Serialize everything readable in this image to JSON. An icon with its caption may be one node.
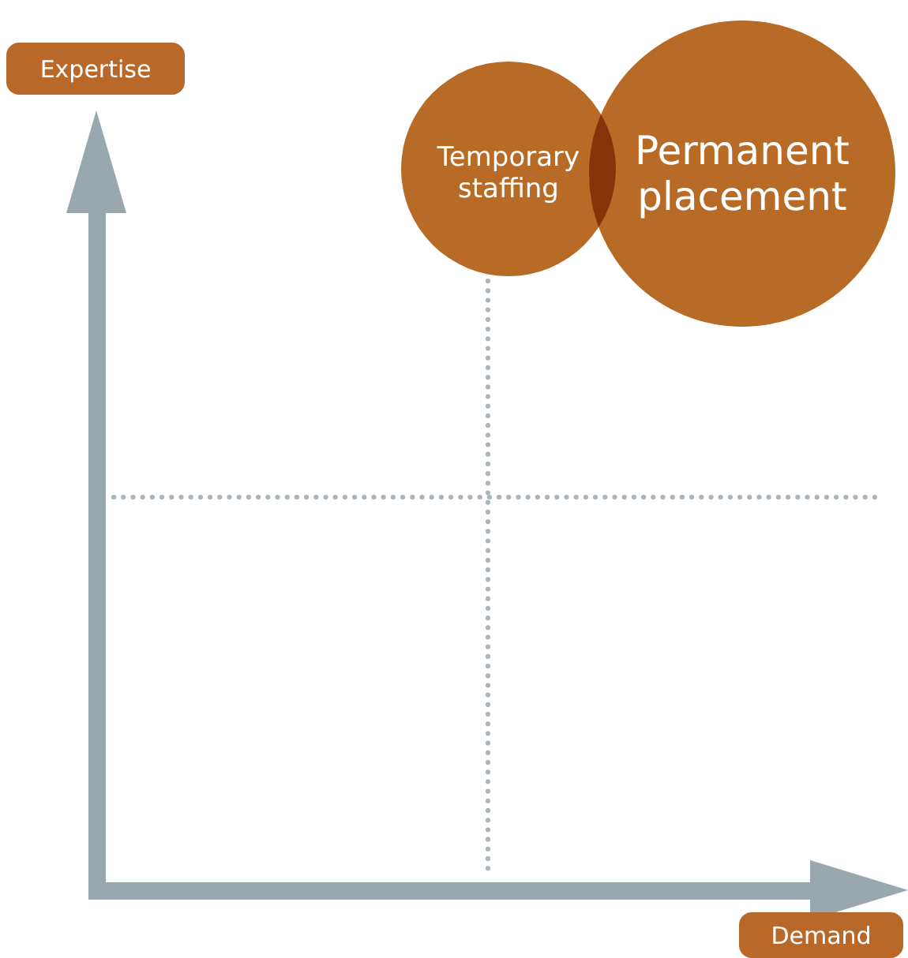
{
  "diagram": {
    "nodes": [
      {
        "text": [
          "Expertise"
        ]
      },
      {
        "text": [
          "Temporary staffing"
        ]
      },
      {
        "text": [
          "Permanent placement"
        ]
      },
      {
        "text": [
          "Demand"
        ]
      }
    ]
  }
}
